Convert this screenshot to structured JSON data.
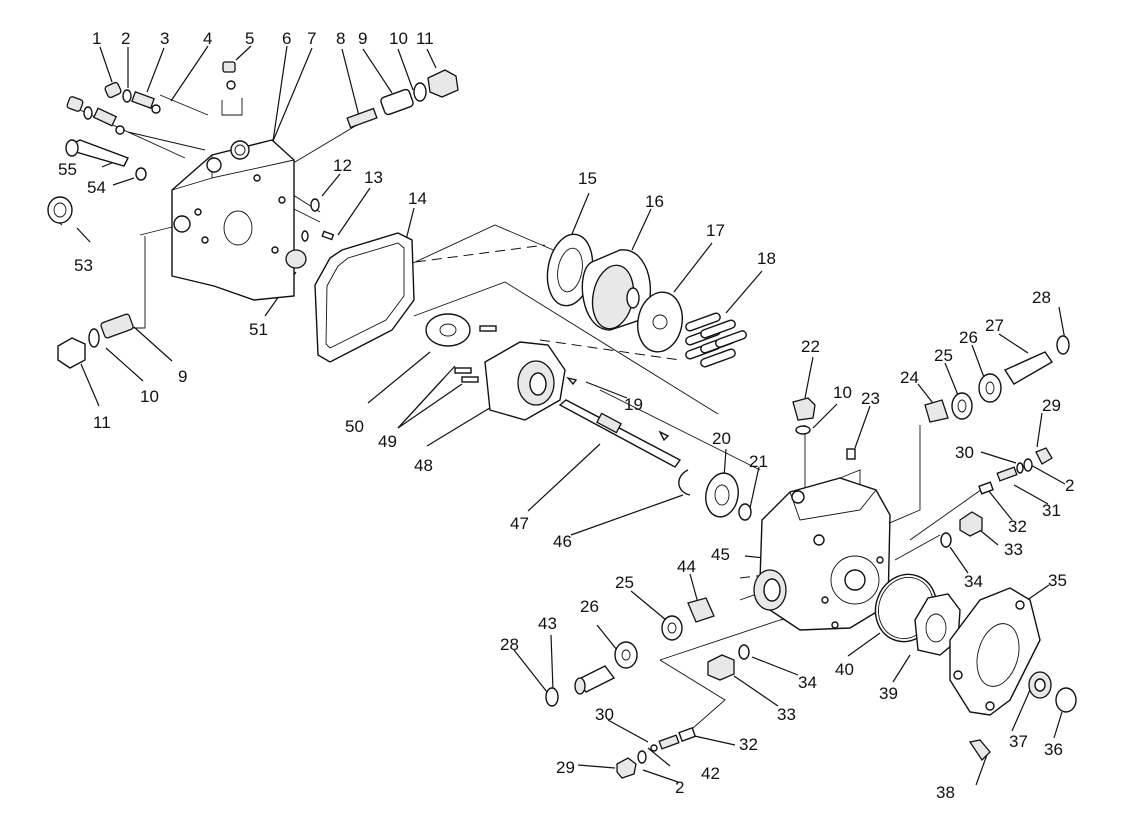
{
  "diagram": {
    "labels": [
      {
        "id": "l1",
        "text": "1"
      },
      {
        "id": "l2",
        "text": "2"
      },
      {
        "id": "l3",
        "text": "3"
      },
      {
        "id": "l4",
        "text": "4"
      },
      {
        "id": "l5",
        "text": "5"
      },
      {
        "id": "l6",
        "text": "6"
      },
      {
        "id": "l7",
        "text": "7"
      },
      {
        "id": "l8",
        "text": "8"
      },
      {
        "id": "l9a",
        "text": "9"
      },
      {
        "id": "l10a",
        "text": "10"
      },
      {
        "id": "l11a",
        "text": "11"
      },
      {
        "id": "l55",
        "text": "55"
      },
      {
        "id": "l54",
        "text": "54"
      },
      {
        "id": "l53",
        "text": "53"
      },
      {
        "id": "l12",
        "text": "12"
      },
      {
        "id": "l13",
        "text": "13"
      },
      {
        "id": "l14",
        "text": "14"
      },
      {
        "id": "l15",
        "text": "15"
      },
      {
        "id": "l16",
        "text": "16"
      },
      {
        "id": "l17",
        "text": "17"
      },
      {
        "id": "l18",
        "text": "18"
      },
      {
        "id": "l51",
        "text": "51"
      },
      {
        "id": "l9b",
        "text": "9"
      },
      {
        "id": "l10b",
        "text": "10"
      },
      {
        "id": "l11b",
        "text": "11"
      },
      {
        "id": "l50",
        "text": "50"
      },
      {
        "id": "l49",
        "text": "49"
      },
      {
        "id": "l48",
        "text": "48"
      },
      {
        "id": "l19",
        "text": "19"
      },
      {
        "id": "l47",
        "text": "47"
      },
      {
        "id": "l20",
        "text": "20"
      },
      {
        "id": "l21",
        "text": "21"
      },
      {
        "id": "l46",
        "text": "46"
      },
      {
        "id": "l22",
        "text": "22"
      },
      {
        "id": "l10c",
        "text": "10"
      },
      {
        "id": "l23",
        "text": "23"
      },
      {
        "id": "l24",
        "text": "24"
      },
      {
        "id": "l25a",
        "text": "25"
      },
      {
        "id": "l26a",
        "text": "26"
      },
      {
        "id": "l27",
        "text": "27"
      },
      {
        "id": "l28a",
        "text": "28"
      },
      {
        "id": "l29a",
        "text": "29"
      },
      {
        "id": "l30a",
        "text": "30"
      },
      {
        "id": "l2b",
        "text": "2"
      },
      {
        "id": "l31",
        "text": "31"
      },
      {
        "id": "l32a",
        "text": "32"
      },
      {
        "id": "l33a",
        "text": "33"
      },
      {
        "id": "l34a",
        "text": "34"
      },
      {
        "id": "l45",
        "text": "45"
      },
      {
        "id": "l35",
        "text": "35"
      },
      {
        "id": "l44",
        "text": "44"
      },
      {
        "id": "l25b",
        "text": "25"
      },
      {
        "id": "l26b",
        "text": "26"
      },
      {
        "id": "l43",
        "text": "43"
      },
      {
        "id": "l28b",
        "text": "28"
      },
      {
        "id": "l34b",
        "text": "34"
      },
      {
        "id": "l40",
        "text": "40"
      },
      {
        "id": "l39",
        "text": "39"
      },
      {
        "id": "l33b",
        "text": "33"
      },
      {
        "id": "l37",
        "text": "37"
      },
      {
        "id": "l36",
        "text": "36"
      },
      {
        "id": "l30b",
        "text": "30"
      },
      {
        "id": "l32b",
        "text": "32"
      },
      {
        "id": "l42",
        "text": "42"
      },
      {
        "id": "l29b",
        "text": "29"
      },
      {
        "id": "l2c",
        "text": "2"
      },
      {
        "id": "l38",
        "text": "38"
      }
    ]
  }
}
